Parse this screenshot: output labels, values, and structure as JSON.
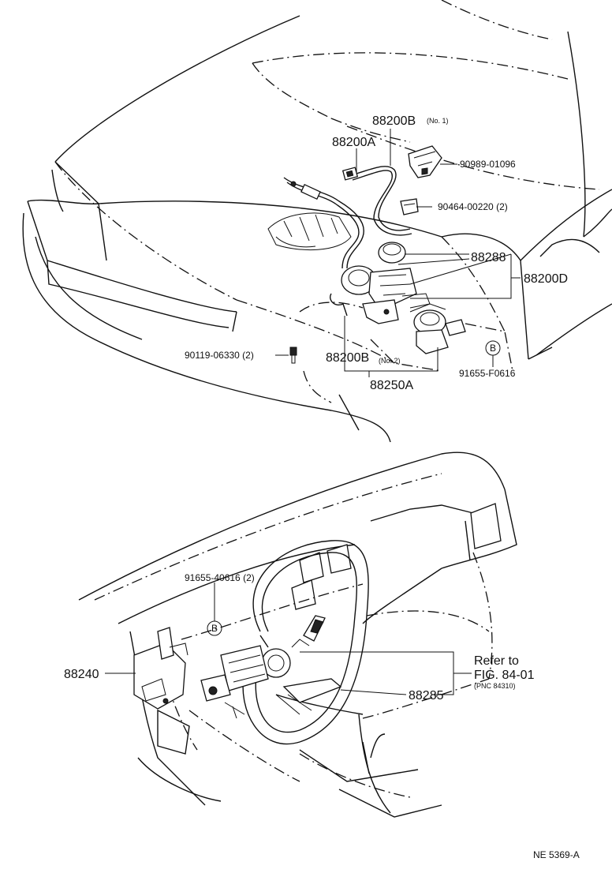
{
  "labels": {
    "p88200B": "88200B",
    "p88200B_no1": "(No. 1)",
    "p88200A": "88200A",
    "p90989": "90989-01096",
    "p90464": "90464-00220 (2)",
    "p88288": "88288",
    "p88200D": "88200D",
    "p90119": "90119-06330 (2)",
    "p88200B2": "88200B",
    "p88200B_no2": "(No. 2)",
    "pB1": "B",
    "p91655F": "91655-F0616",
    "p88250A": "88250A",
    "p91655_4": "91655-40616 (2)",
    "pB2": "B",
    "p88240": "88240",
    "refer1": "Refer to",
    "refer2": "FIG. 84-01",
    "refer3": "(PNC 84310)",
    "p88285": "88285",
    "code": "NE  5369-A"
  }
}
